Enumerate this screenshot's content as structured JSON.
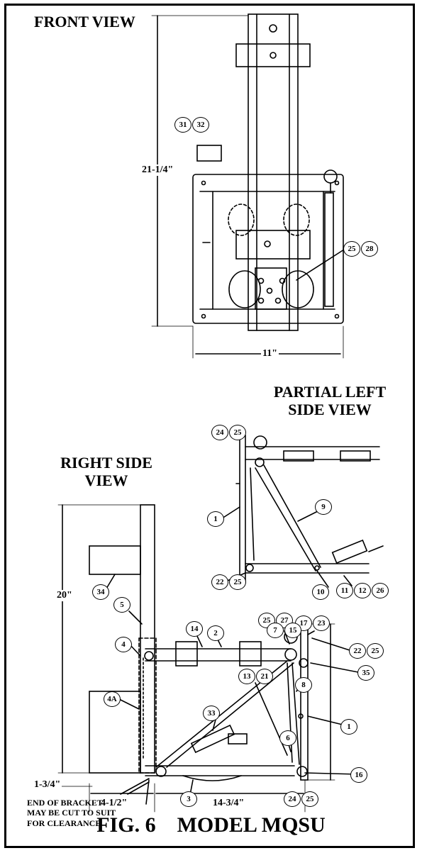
{
  "titles": {
    "front": "FRONT VIEW",
    "partial_left": "PARTIAL LEFT\nSIDE VIEW",
    "right_side": "RIGHT SIDE\nVIEW"
  },
  "dimensions": {
    "front_height": "21-1/4\"",
    "front_width": "11\"",
    "right_height": "20\"",
    "right_foot": "1-3/4\"",
    "right_depth_a": "4-1/2\"",
    "right_depth_b": "14-3/4\""
  },
  "note": "END OF BRACKET\nMAY BE CUT TO SUIT\nFOR CLEARANCE",
  "caption": "FIG. 6    MODEL MQSU",
  "callouts": {
    "c31_32": [
      "31",
      "32"
    ],
    "c25_28": [
      "25",
      "28"
    ],
    "c24_25_top": [
      "24",
      "25"
    ],
    "c9": [
      "9"
    ],
    "c1_left": [
      "1"
    ],
    "c22_25_left": [
      "22",
      "25"
    ],
    "c10": [
      "10"
    ],
    "c11_12_26": [
      "11",
      "12",
      "26"
    ],
    "c34": [
      "34"
    ],
    "c25_27": [
      "25",
      "27"
    ],
    "c17_23": [
      "17",
      "23"
    ],
    "c5": [
      "5"
    ],
    "c14": [
      "14"
    ],
    "c2": [
      "2"
    ],
    "c7_15": [
      "7",
      "15"
    ],
    "c22_25_right": [
      "22",
      "25"
    ],
    "c4": [
      "4"
    ],
    "c13_21": [
      "13",
      "21"
    ],
    "c35": [
      "35"
    ],
    "c4A": [
      "4A"
    ],
    "c33": [
      "33"
    ],
    "c8": [
      "8"
    ],
    "c1_right": [
      "1"
    ],
    "c6": [
      "6"
    ],
    "c3": [
      "3"
    ],
    "c24_25_bottom": [
      "24",
      "25"
    ],
    "c16": [
      "16"
    ]
  }
}
